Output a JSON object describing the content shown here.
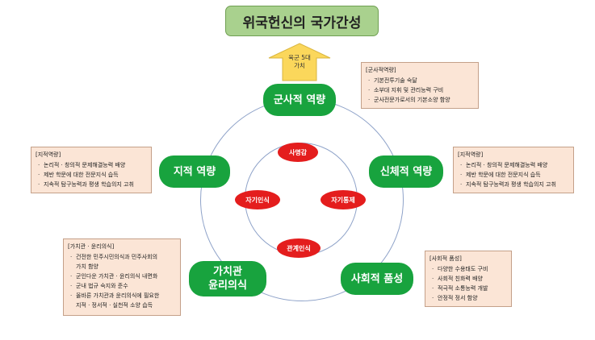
{
  "title": "위국헌신의 국가간성",
  "arrow_label": [
    "육군 5대",
    "가치"
  ],
  "center": {
    "top": "사명감",
    "left": "자기인식",
    "right": "자기통제",
    "bottom": "관계인식"
  },
  "pillars": {
    "top": "군사적 역량",
    "left": "지적 역량",
    "right": "신체적 역량",
    "bottom_left": [
      "가치관",
      "윤리의식"
    ],
    "bottom_right": "사회적 품성"
  },
  "boxes": {
    "military": {
      "header": "[군사적역량]",
      "items": [
        "기본전투기술 숙달",
        "소부대 지휘 및 관리능력 구비",
        "군사전문가로서의 기본소양 함양"
      ]
    },
    "intellectual": {
      "header": "[지적역량]",
      "items": [
        "논리적 · 창의적 문제해결능력 배양",
        "제반 학문에 대한 전문지식 습득",
        "지속적 탐구능력과 평생 학습의지 고취"
      ]
    },
    "physical": {
      "header": "[지적역량]",
      "items": [
        "논리적 · 창의적 문제해결능력 배양",
        "제반 학문에 대한 전문지식 습득",
        "지속적 탐구능력과 평생 학습의지 고취"
      ]
    },
    "values": {
      "header": "[가치관 · 윤리의식]",
      "lines": [
        {
          "text": "건전한 민주시민의식과 민주사회의",
          "bullet": true
        },
        {
          "text": "가치 함양",
          "bullet": false
        },
        {
          "text": "군인다운 가치관 · 윤리의식 내면화",
          "bullet": true
        },
        {
          "text": "군내 법규 숙지와 준수",
          "bullet": true
        },
        {
          "text": "올바른 가치관과 윤리의식에 필요한",
          "bullet": true
        },
        {
          "text": "지적 · 정서적 · 실천적 소양 습득",
          "bullet": false
        }
      ]
    },
    "social": {
      "header": "[사회적 품성]",
      "items": [
        "다양한 수용태도 구비",
        "사회적 친화력 배양",
        "적극적 소통능력 개발",
        "안정적 정서 함양"
      ]
    }
  },
  "colors": {
    "title_bg": "#a9d18e",
    "pillar_green": "#18a33e",
    "center_red": "#e41d1d",
    "box_bg": "#fbe5d6",
    "arrow_fill": "#fbd75b",
    "ring": "#8fa3c9"
  }
}
